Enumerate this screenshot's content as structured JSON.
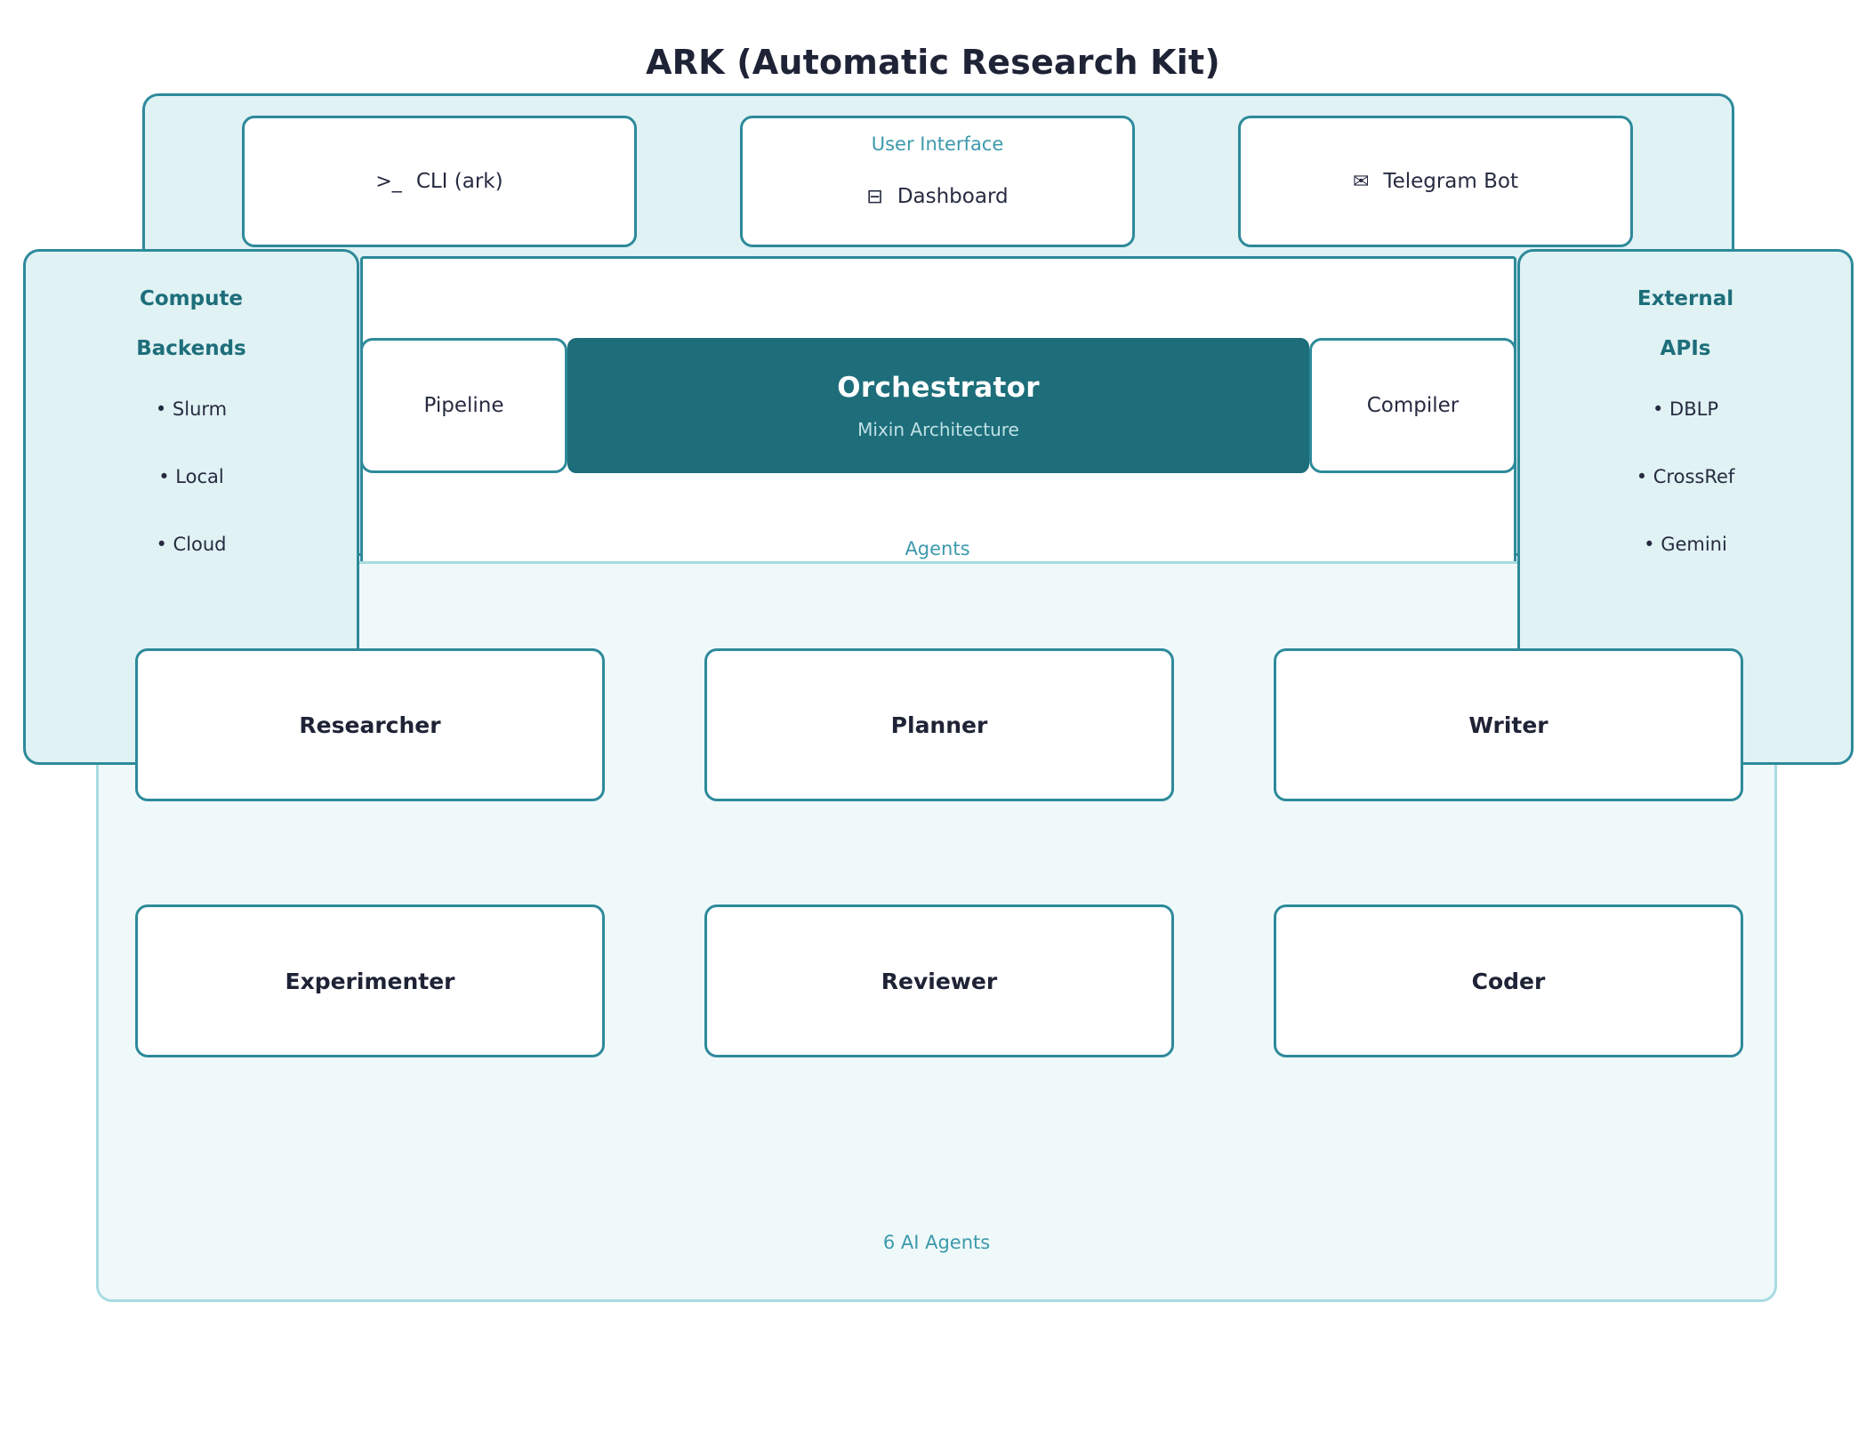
{
  "title": "ARK (Automatic Research Kit)",
  "ui_group": {
    "caption": "User Interface",
    "nodes": [
      {
        "label": "CLI (ark)",
        "icon": ">_",
        "icon_name": "terminal-prompt-icon"
      },
      {
        "label": "Dashboard",
        "icon": "⊟",
        "icon_name": "dashboard-window-icon"
      },
      {
        "label": "Telegram Bot",
        "icon": "✉",
        "icon_name": "envelope-icon"
      }
    ]
  },
  "core": {
    "pipeline": "Pipeline",
    "compiler": "Compiler",
    "orchestrator": {
      "title": "Orchestrator",
      "subtitle": "Mixin Architecture"
    }
  },
  "compute_backends": {
    "title_line1": "Compute",
    "title_line2": "Backends",
    "items": [
      "• Slurm",
      "• Local",
      "• Cloud"
    ]
  },
  "external_apis": {
    "title_line1": "External",
    "title_line2": "APIs",
    "items": [
      "• DBLP",
      "• CrossRef",
      "• Gemini"
    ]
  },
  "agents_group": {
    "caption": "Agents",
    "footer": "6 AI Agents",
    "nodes": [
      {
        "label": "Researcher"
      },
      {
        "label": "Planner"
      },
      {
        "label": "Writer"
      },
      {
        "label": "Experimenter"
      },
      {
        "label": "Reviewer"
      },
      {
        "label": "Coder"
      }
    ]
  },
  "colors": {
    "accent": "#2d8a9a",
    "orchestrator_fill": "#1d6e7a",
    "group_fill": "#e0f2f4",
    "agents_fill": "#f0f9fa",
    "caption_text": "#3c9aab",
    "panel_title": "#1d6e7a",
    "node_text": "#262b40",
    "title_text": "#1f2336"
  }
}
